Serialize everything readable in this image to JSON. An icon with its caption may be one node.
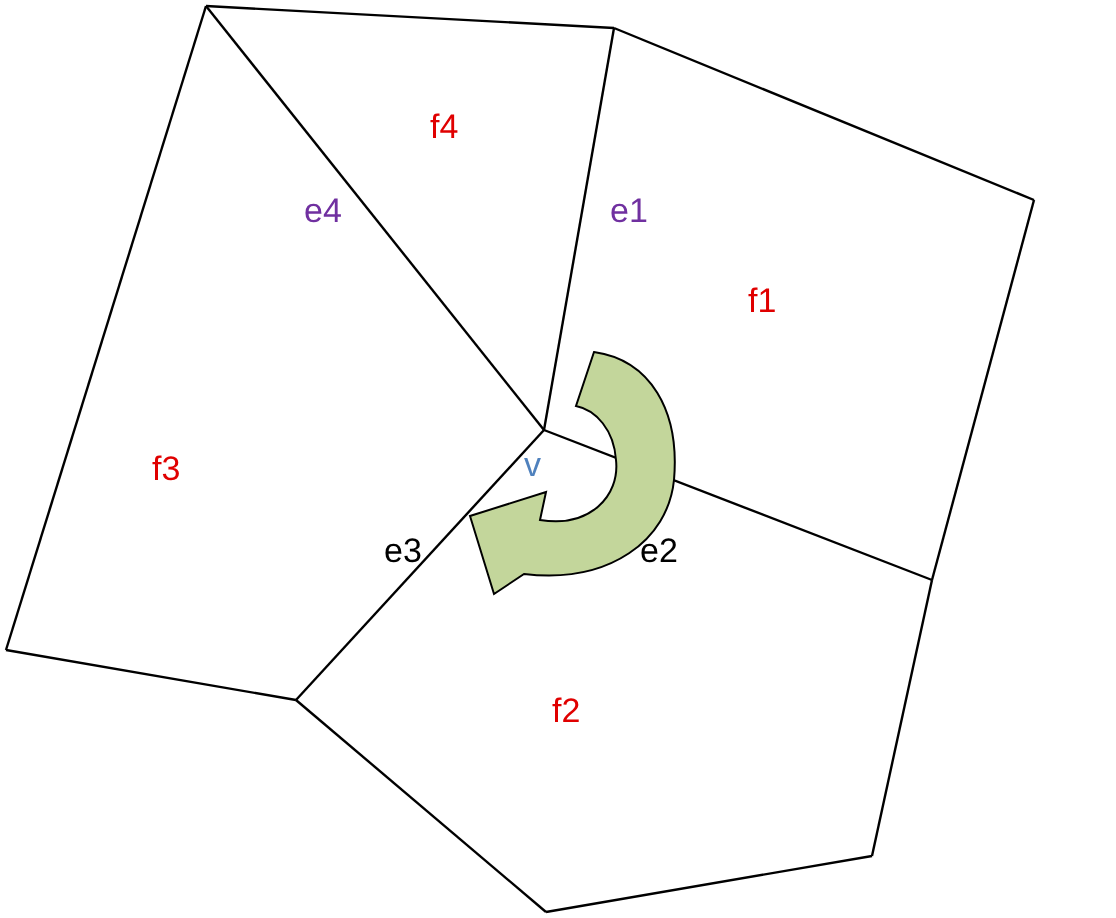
{
  "diagram": {
    "labels": [
      "f4",
      "e4",
      "e1",
      "f1",
      "f3",
      "v",
      "e3",
      "e2",
      "f2"
    ]
  }
}
